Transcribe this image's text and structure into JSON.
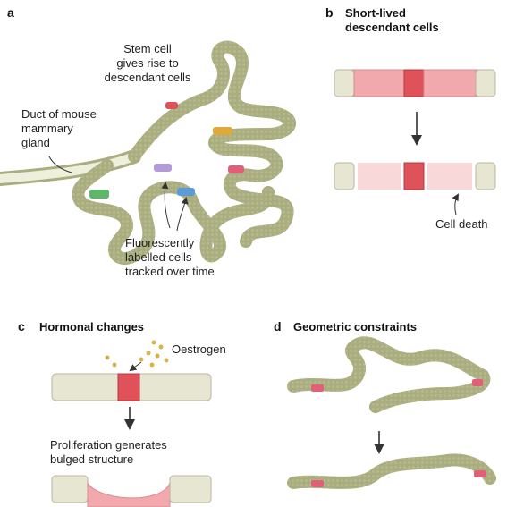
{
  "panels": {
    "a": {
      "label": "a",
      "stem_cell_note": "Stem cell\ngives rise to\ndescendant cells",
      "duct_label": "Duct of mouse\nmammary\ngland",
      "tracked_note": "Fluorescently\nlabelled cells\ntracked over time"
    },
    "b": {
      "label": "b",
      "title": "Short-lived\ndescendant cells",
      "death_label": "Cell death"
    },
    "c": {
      "label": "c",
      "title": "Hormonal changes",
      "hormone_label": "Oestrogen",
      "result_note": "Proliferation generates\nbulged structure"
    },
    "d": {
      "label": "d",
      "title": "Geometric constraints"
    }
  },
  "colors": {
    "duct_fill": "#e4e6cc",
    "duct_wall": "#a9ad7f",
    "healthy_cell": "#e7e6d3",
    "pink_cell": "#f1a9ae",
    "red_cell": "#e0525a",
    "oestrogen": "#d8b24a",
    "label_green": "#5fb56a",
    "label_yellow": "#e0a93a",
    "label_purple": "#b49ad8",
    "label_blue": "#5b9bd8",
    "label_pink": "#e06078"
  }
}
